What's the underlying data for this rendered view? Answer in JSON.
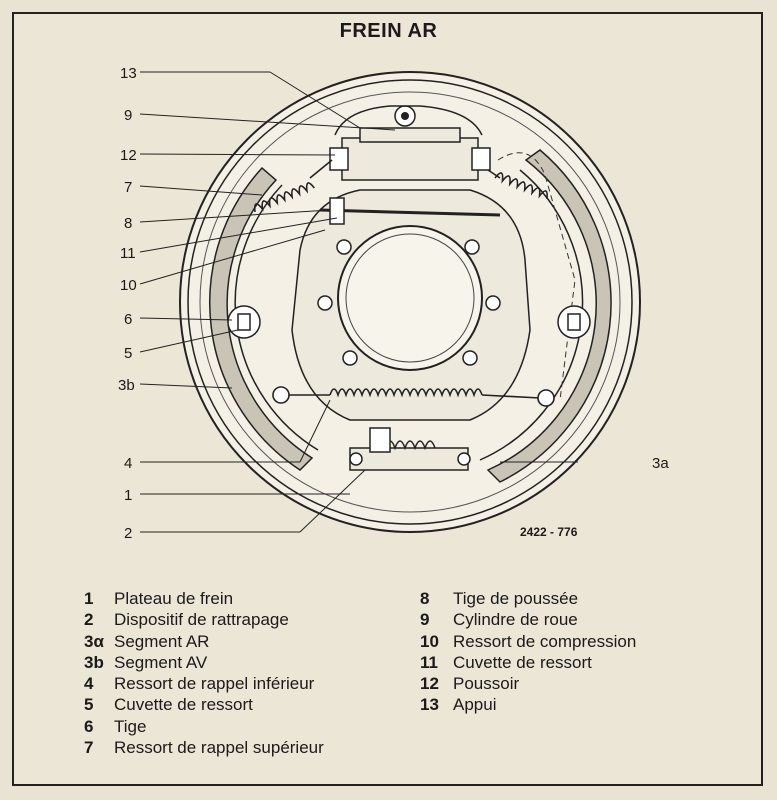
{
  "title": "FREIN AR",
  "reference": "2422 - 776",
  "callouts_left": [
    "13",
    "9",
    "12",
    "7",
    "8",
    "11",
    "10",
    "6",
    "5",
    "3b",
    "4",
    "1",
    "2"
  ],
  "callout_right": "3a",
  "legend_left": [
    {
      "num": "1",
      "label": "Plateau de frein"
    },
    {
      "num": "2",
      "label": "Dispositif de rattrapage"
    },
    {
      "num": "3α",
      "label": "Segment AR"
    },
    {
      "num": "3b",
      "label": "Segment AV"
    },
    {
      "num": "4",
      "label": "Ressort de rappel inférieur"
    },
    {
      "num": "5",
      "label": "Cuvette de ressort"
    },
    {
      "num": "6",
      "label": "Tige"
    },
    {
      "num": "7",
      "label": "Ressort de rappel supérieur"
    }
  ],
  "legend_right": [
    {
      "num": "8",
      "label": "Tige de poussée"
    },
    {
      "num": "9",
      "label": "Cylindre de roue"
    },
    {
      "num": "10",
      "label": "Ressort de compression"
    },
    {
      "num": "11",
      "label": "Cuvette de ressort"
    },
    {
      "num": "12",
      "label": "Poussoir"
    },
    {
      "num": "13",
      "label": "Appui"
    }
  ]
}
